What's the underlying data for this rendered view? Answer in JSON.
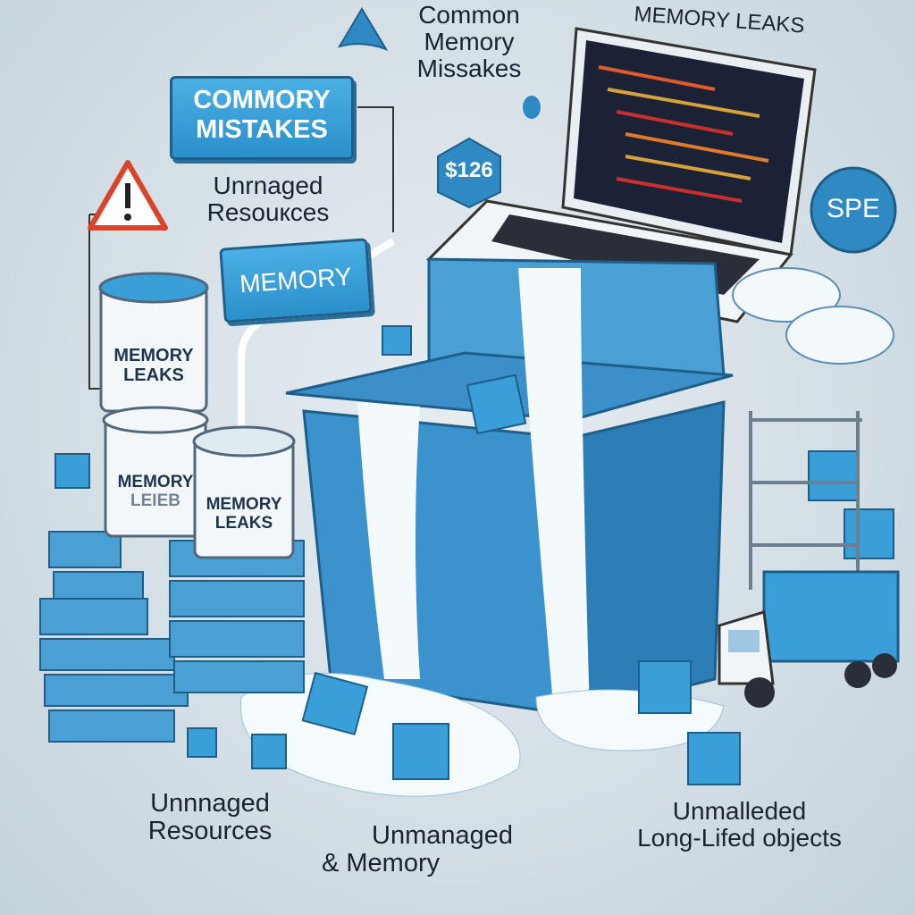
{
  "top": {
    "title": "Common Memory Missakes",
    "title_lines": [
      "Common",
      "Memory",
      "Missakes"
    ],
    "memory_leaks": "MEMORY LEAKS"
  },
  "labels": {
    "commory_mistakes_lines": [
      "COMMORY",
      "MISTAKES"
    ],
    "unmanaged_resources_lines": [
      "Unrnaged",
      "Resouкces"
    ],
    "memory": "MEMORY",
    "price_badge": "$126",
    "spe_badge": "SPE"
  },
  "cans": [
    {
      "lines": [
        "MEMORY",
        "LEAKS"
      ]
    },
    {
      "lines": [
        "MEMORY",
        "LEIEB"
      ]
    },
    {
      "lines": [
        "MEMORY",
        "LEAKS"
      ]
    }
  ],
  "bottom": {
    "left_lines": [
      "Unnnaged",
      "Resources"
    ],
    "center_lines": [
      "Unmanaged",
      "& Memory"
    ],
    "right_lines": [
      "Unmalleded",
      "Long-Lifed objects"
    ]
  },
  "colors": {
    "accent": "#3a9fd8",
    "dark_blue": "#1e5f8a",
    "background": "#d3dee5",
    "text": "#1b2230"
  }
}
